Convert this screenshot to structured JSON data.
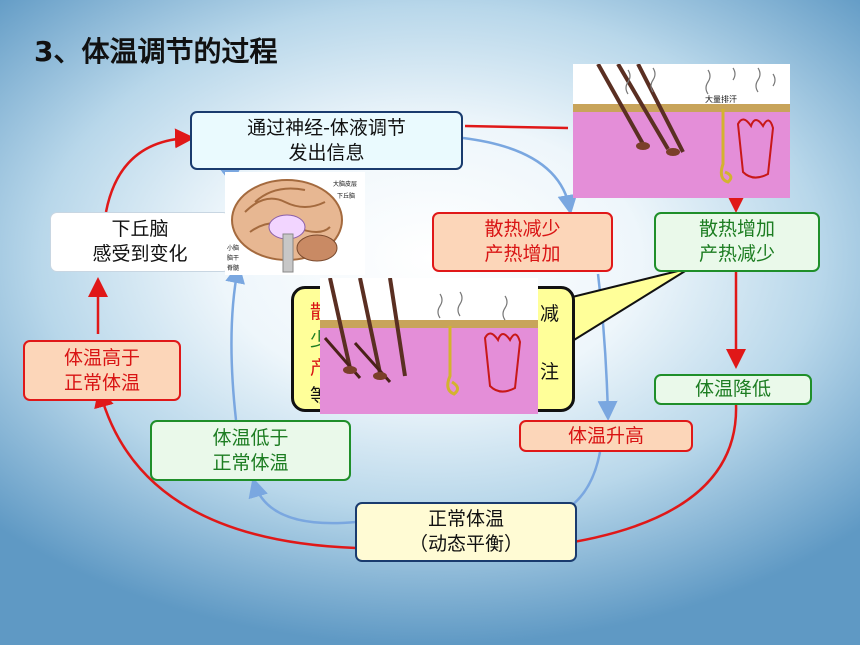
{
  "title": "3、体温调节的过程",
  "boxes": {
    "neural": [
      "通过神经-体液调节",
      "发出信息"
    ],
    "hypothalamus": [
      "下丘脑",
      "感受到变化"
    ],
    "high": [
      "体温高于",
      "正常体温"
    ],
    "low": [
      "体温低于",
      "正常体温"
    ],
    "decrease_loss": [
      "散热减少",
      "产热增加"
    ],
    "increase_loss": [
      "散热增加",
      "产热减少"
    ],
    "temp_down": "体温降低",
    "temp_up": "体温升高",
    "normal": [
      "正常体温",
      "（动态平衡）"
    ]
  },
  "callout_partial": {
    "l1": "散",
    "l2": "少",
    "l3": "产",
    "l4": "等",
    "r1": "减",
    "r2": "注"
  },
  "brain_labels": [
    "大脑皮层",
    "下丘脑",
    "小脑",
    "脑干",
    "脊髓"
  ],
  "skin_label": "大量排汗",
  "colors": {
    "red": "#e01818",
    "green": "#1f8f2a",
    "blue": "#7aa7e0",
    "skin": "#e48ed8"
  }
}
